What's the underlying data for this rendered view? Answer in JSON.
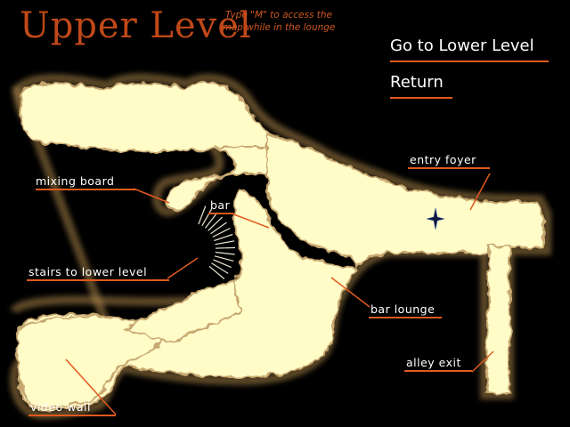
{
  "title": "Upper Level",
  "hint": "Type \"M\" to access the map while in the lounge",
  "menu": {
    "lower_label": "Go to Lower Level",
    "return_label": "Return"
  },
  "labels": {
    "mixing_board": "mixing board",
    "bar": "bar",
    "stairs": "stairs to lower level",
    "entry_foyer": "entry foyer",
    "bar_lounge": "bar lounge",
    "alley_exit": "alley exit",
    "video_wall": "video wall"
  },
  "colors": {
    "background": "#000000",
    "title": "#c04818",
    "hint": "#d05820",
    "menu_text": "#ffffff",
    "underline": "#e05a1e",
    "label_text": "#ffffff",
    "floor": "#fffcc8",
    "floor_edge": "#c8a870",
    "glow": "#a88448"
  },
  "icons": {
    "position_marker": "star-icon"
  }
}
